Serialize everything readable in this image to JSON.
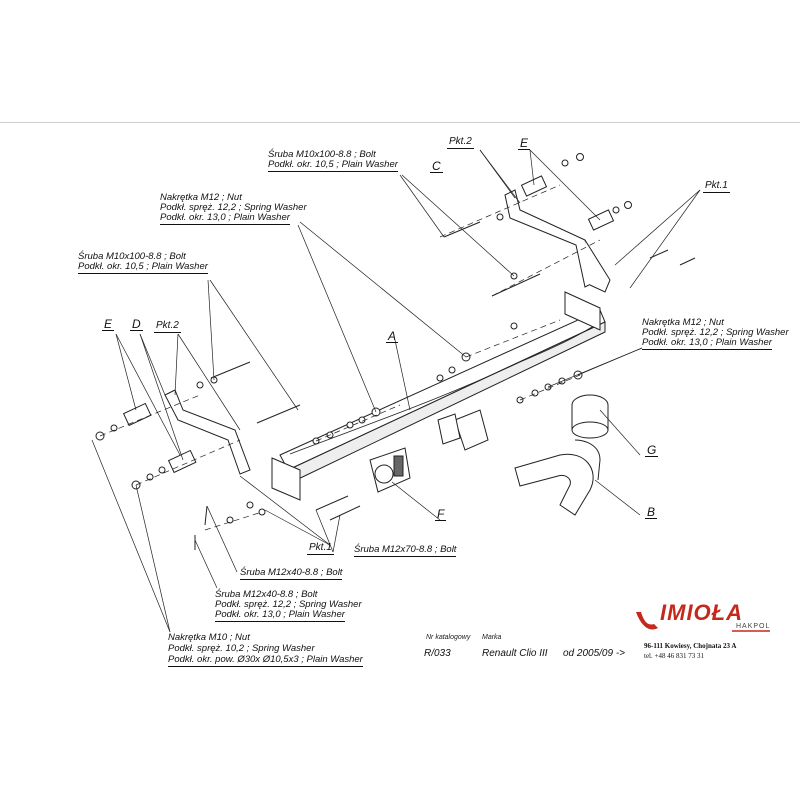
{
  "callouts": {
    "bolt_top": [
      "Śruba M10x100-8.8 ;  Bolt",
      "Podkł. okr. 10,5 ;  Plain Washer"
    ],
    "nut_top": [
      "Nakrętka  M12 ; Nut",
      "Podkł. spręż. 12,2 ; Spring Washer",
      "Podkł. okr. 13,0 ;  Plain Washer"
    ],
    "bolt_left": [
      "Śruba M10x100-8.8 ;  Bolt",
      "Podkł. okr. 10,5 ;  Plain Washer"
    ],
    "nut_right": [
      "Nakrętka  M12 ; Nut",
      "Podkł. spręż. 12,2 ; Spring Washer",
      "Podkł. okr. 13,0 ;  Plain Washer"
    ],
    "bolt_m12x70": "Śruba M12x70-8.8 ;  Bolt",
    "bolt_m12x40_a": "Śruba M12x40-8.8 ;  Bolt",
    "bolt_m12x40_b": [
      "Śruba M12x40-8.8 ;  Bolt",
      "Podkł. spręż. 12,2 ; Spring Washer",
      "Podkł. okr. 13,0 ;  Plain Washer"
    ],
    "nut_m10": [
      "Nakrętka  M10 ; Nut",
      "Podkł. spręż. 10,2 ; Spring Washer",
      "Podkł. okr. pow. Ø30x Ø10,5x3 ;  Plain Washer"
    ]
  },
  "letters": {
    "A": "A",
    "B": "B",
    "C": "C",
    "D": "D",
    "E_top": "E",
    "E_left": "E",
    "F": "F",
    "G": "G",
    "pkt1_top": "Pkt.1",
    "pkt2_top": "Pkt.2",
    "pkt2_left": "Pkt.2",
    "pkt1_bottom": "Pkt.1"
  },
  "catalog": {
    "nr_label": "Nr katalogowy",
    "marka_label": "Marka",
    "number": "R/033",
    "brand": "Renault Clio III",
    "since": "od 2005/09 ->"
  },
  "company": {
    "name": "IMIOŁA",
    "sub": "HAKPOL",
    "address": "96-111 Kowiesy, Chojnata 23 A",
    "phone": "tel. +48 46 831 73 31",
    "brand_color": "#c5281c"
  }
}
